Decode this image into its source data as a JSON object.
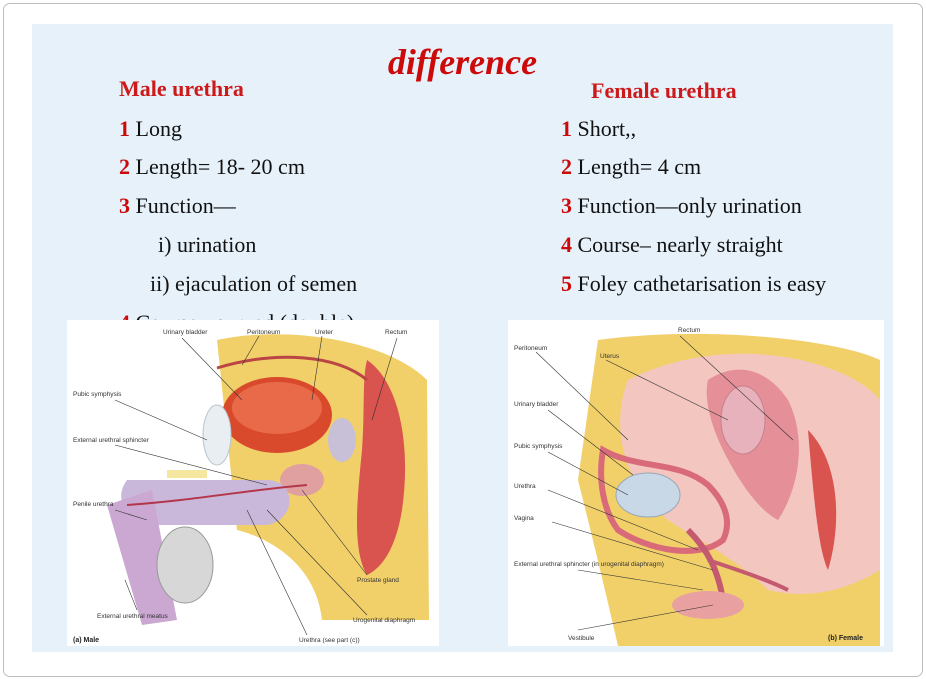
{
  "title": "difference",
  "male": {
    "heading": "Male urethra",
    "items": [
      {
        "num": "1",
        "text": "Long"
      },
      {
        "num": "2",
        "text": "Length= 18- 20 cm"
      },
      {
        "num": "3",
        "text": "Function—"
      },
      {
        "num": "",
        "text": "i) urination"
      },
      {
        "num": "",
        "text": "ii) ejaculation of semen"
      },
      {
        "num": "4",
        "text": "Course– curved (double)"
      }
    ]
  },
  "female": {
    "heading": "Female urethra",
    "items": [
      {
        "num": "1",
        "text": "Short,,"
      },
      {
        "num": "2",
        "text": "Length= 4 cm"
      },
      {
        "num": "3",
        "text": "Function—only urination"
      },
      {
        "num": "4",
        "text": "Course– nearly straight"
      },
      {
        "num": "5",
        "text": "Foley cathetarisation is easy"
      }
    ]
  },
  "figures": {
    "male": {
      "caption": "(a) Male",
      "labels": {
        "urinary_bladder": "Urinary bladder",
        "peritoneum": "Peritoneum",
        "ureter": "Ureter",
        "rectum": "Rectum",
        "pubic_symphysis": "Pubic symphysis",
        "external_urethral_sphincter": "External urethral sphincter",
        "penile_urethra": "Penile urethra",
        "prostate_gland": "Prostate gland",
        "urogenital_diaphragm": "Urogenital diaphragm",
        "external_urethral_meatus": "External urethral meatus",
        "urethra": "Urethra (see part (c))"
      }
    },
    "female": {
      "caption": "(b) Female",
      "labels": {
        "rectum": "Rectum",
        "peritoneum": "Peritoneum",
        "uterus": "Uterus",
        "urinary_bladder": "Urinary bladder",
        "pubic_symphysis": "Pubic symphysis",
        "urethra": "Urethra",
        "vagina": "Vagina",
        "external_urethral_sphincter": "External urethral sphincter (in urogenital diaphragm)",
        "vestibule": "Vestibule"
      }
    }
  }
}
